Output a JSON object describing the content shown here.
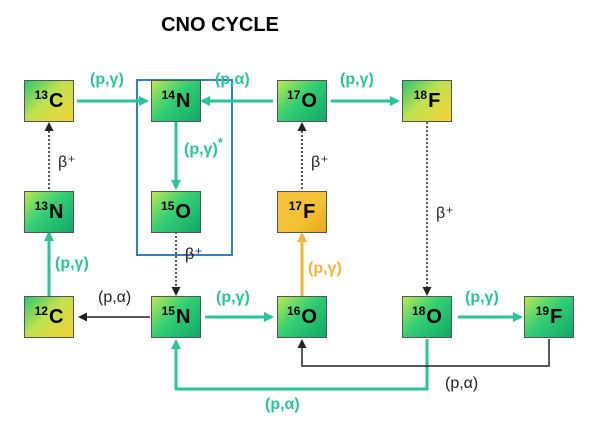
{
  "title": "CNO CYCLE",
  "nodes": {
    "c13": {
      "mass": "13",
      "el": "C"
    },
    "n14": {
      "mass": "14",
      "el": "N"
    },
    "o17": {
      "mass": "17",
      "el": "O"
    },
    "f18": {
      "mass": "18",
      "el": "F"
    },
    "n13": {
      "mass": "13",
      "el": "N"
    },
    "o15": {
      "mass": "15",
      "el": "O"
    },
    "f17": {
      "mass": "17",
      "el": "F"
    },
    "c12": {
      "mass": "12",
      "el": "C"
    },
    "n15": {
      "mass": "15",
      "el": "N"
    },
    "o16": {
      "mass": "16",
      "el": "O"
    },
    "o18": {
      "mass": "18",
      "el": "O"
    },
    "f19": {
      "mass": "19",
      "el": "F"
    }
  },
  "labels": {
    "c13_n14": "(p,γ)",
    "o17_n14": "(p,α)",
    "o17_f18": "(p,γ)",
    "n14_o15": "(p,γ)",
    "n14_o15_mark": "*",
    "n13_c13": "β⁺",
    "f17_o17": "β⁺",
    "f18_o18": "β⁺",
    "o15_n15": "β⁺",
    "c12_n13": "(p,γ)",
    "o16_f17": "(p,γ)",
    "n15_c12": "(p,α)",
    "n15_o16": "(p,γ)",
    "o18_f19": "(p,γ)",
    "f19_o16": "(p,α)",
    "o18_n15": "(p,α)"
  },
  "colors": {
    "teal_arrow": "#29c49a",
    "gold_arrow": "#f4b53a",
    "highlight_box": "#2f7fd0",
    "black_arrow": "#222222"
  }
}
